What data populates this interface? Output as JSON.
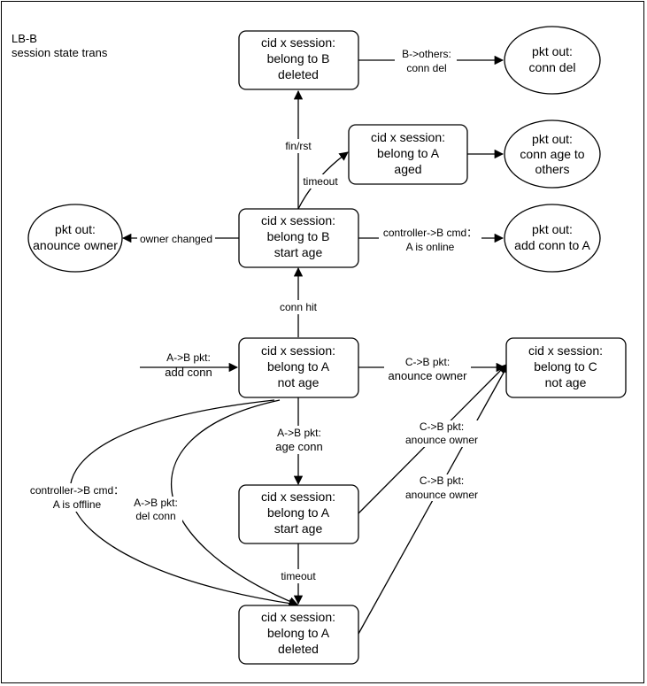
{
  "title": [
    "LB-B",
    "session state trans"
  ],
  "nodes": {
    "b_deleted": [
      "cid x session:",
      "belong to B",
      "deleted"
    ],
    "conn_del_out": [
      "pkt out:",
      "conn del"
    ],
    "a_aged": [
      "cid x session:",
      "belong to A",
      "aged"
    ],
    "age_others_out": [
      "pkt out:",
      "conn age to",
      "others"
    ],
    "anounce_out": [
      "pkt out:",
      "anounce owner"
    ],
    "b_start_age": [
      "cid x session:",
      "belong to B",
      "start age"
    ],
    "add_conn_out": [
      "pkt out:",
      "add conn to A"
    ],
    "a_not_age": [
      "cid x session:",
      "belong to A",
      "not age"
    ],
    "c_not_age": [
      "cid x session:",
      "belong to C",
      "not age"
    ],
    "a_start_age": [
      "cid x session:",
      "belong to A",
      "start age"
    ],
    "a_deleted": [
      "cid x session:",
      "belong to A",
      "deleted"
    ]
  },
  "edges": {
    "b_others": [
      "B->others:",
      "conn del"
    ],
    "fin_rst": [
      "fin/rst"
    ],
    "timeout_aged": [
      "timeout"
    ],
    "owner_changed": [
      "owner changed"
    ],
    "ctrl_online": [
      "controller->B cmd：",
      "A is online"
    ],
    "conn_hit": [
      "conn hit"
    ],
    "add_conn_in": [
      "A->B pkt:",
      "add conn"
    ],
    "c_anounce_1": [
      "C->B pkt:",
      "anounce owner"
    ],
    "age_conn": [
      "A->B pkt:",
      "age conn"
    ],
    "c_anounce_2": [
      "C->B pkt:",
      "anounce owner"
    ],
    "c_anounce_3": [
      "C->B pkt:",
      "anounce owner"
    ],
    "ctrl_offline": [
      "controller->B cmd：",
      "A is offline"
    ],
    "del_conn": [
      "A->B pkt:",
      "del conn"
    ],
    "timeout_del": [
      "timeout"
    ]
  }
}
